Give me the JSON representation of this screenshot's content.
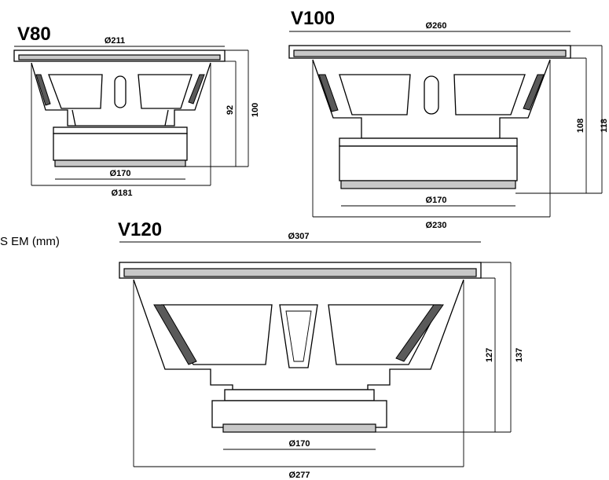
{
  "caption_fragment": "S EM (mm)",
  "models": [
    {
      "name": "V80",
      "dims": {
        "frame_diameter": "Ø211",
        "magnet_diameter": "Ø170",
        "base_diameter": "Ø181",
        "depth_inner": "92",
        "depth_outer": "100"
      }
    },
    {
      "name": "V100",
      "dims": {
        "frame_diameter": "Ø260",
        "magnet_diameter": "Ø170",
        "base_diameter": "Ø230",
        "depth_inner": "108",
        "depth_outer": "118"
      }
    },
    {
      "name": "V120",
      "dims": {
        "frame_diameter": "Ø307",
        "magnet_diameter": "Ø170",
        "base_diameter": "Ø277",
        "depth_inner": "127",
        "depth_outer": "137"
      }
    }
  ]
}
